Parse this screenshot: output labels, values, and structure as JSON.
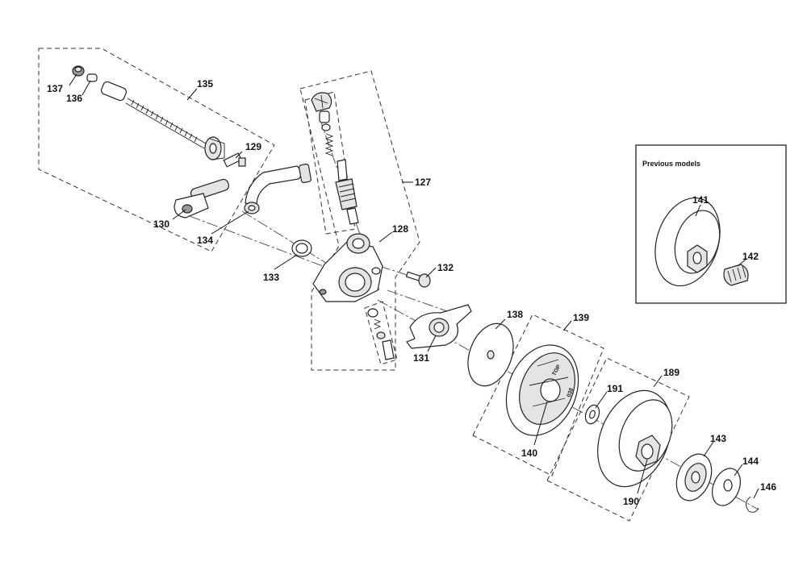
{
  "inset": {
    "title": "Previous models"
  },
  "part_marks": {
    "top": "TOP",
    "code": "038"
  },
  "callouts": [
    {
      "id": "c135",
      "label": "135"
    },
    {
      "id": "c137",
      "label": "137"
    },
    {
      "id": "c136",
      "label": "136"
    },
    {
      "id": "c129",
      "label": "129"
    },
    {
      "id": "c130",
      "label": "130"
    },
    {
      "id": "c134",
      "label": "134"
    },
    {
      "id": "c133",
      "label": "133"
    },
    {
      "id": "c127",
      "label": "127"
    },
    {
      "id": "c128",
      "label": "128"
    },
    {
      "id": "c132",
      "label": "132"
    },
    {
      "id": "c131",
      "label": "131"
    },
    {
      "id": "c138",
      "label": "138"
    },
    {
      "id": "c139",
      "label": "139"
    },
    {
      "id": "c140",
      "label": "140"
    },
    {
      "id": "c189",
      "label": "189"
    },
    {
      "id": "c191",
      "label": "191"
    },
    {
      "id": "c190",
      "label": "190"
    },
    {
      "id": "c143",
      "label": "143"
    },
    {
      "id": "c144",
      "label": "144"
    },
    {
      "id": "c146",
      "label": "146"
    },
    {
      "id": "c141",
      "label": "141"
    },
    {
      "id": "c142",
      "label": "142"
    }
  ]
}
